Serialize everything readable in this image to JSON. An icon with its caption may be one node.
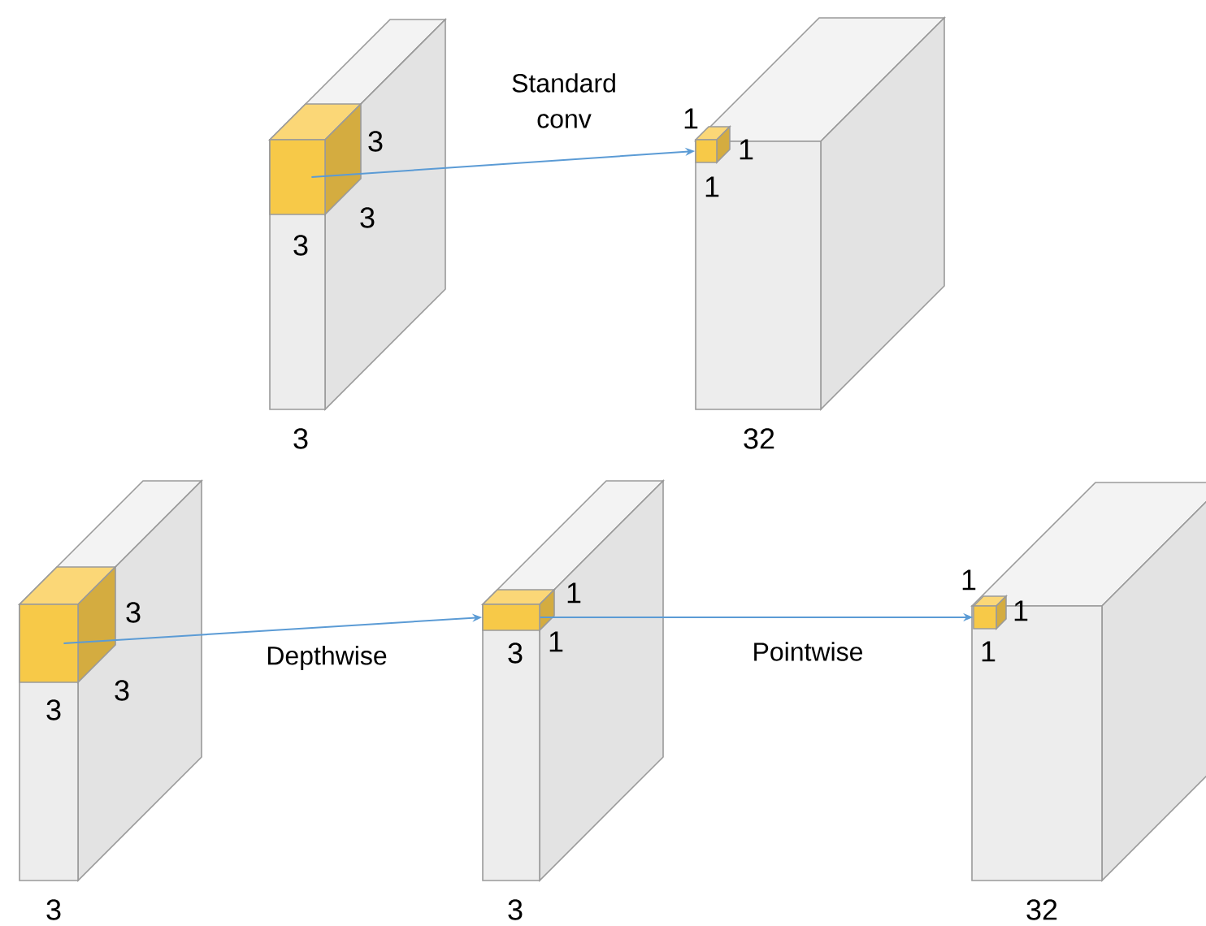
{
  "diagram": {
    "nodes": [
      {
        "text": [],
        "shape": "box",
        "beside": [
          "3",
          "3",
          "3"
        ]
      },
      {
        "text": [],
        "shape": "box",
        "beside": [
          "1",
          "1",
          "1"
        ]
      },
      {
        "text": [],
        "shape": "box",
        "beside": [
          "3",
          "3",
          "3"
        ]
      },
      {
        "text": [],
        "shape": "box",
        "beside": [
          "1",
          "3",
          "1"
        ]
      },
      {
        "text": [],
        "shape": "box",
        "beside": [
          "1",
          "1",
          "1"
        ]
      }
    ],
    "edges": [
      {
        "from": 0,
        "to": 1,
        "arrow": "to",
        "label": "Standard conv"
      },
      {
        "from": 2,
        "to": 3,
        "arrow": "to",
        "label": "Depthwise"
      },
      {
        "from": 3,
        "to": 4,
        "arrow": "to",
        "label": "Pointwise"
      }
    ],
    "labels": [
      "3",
      "32",
      "3",
      "3",
      "32"
    ]
  }
}
